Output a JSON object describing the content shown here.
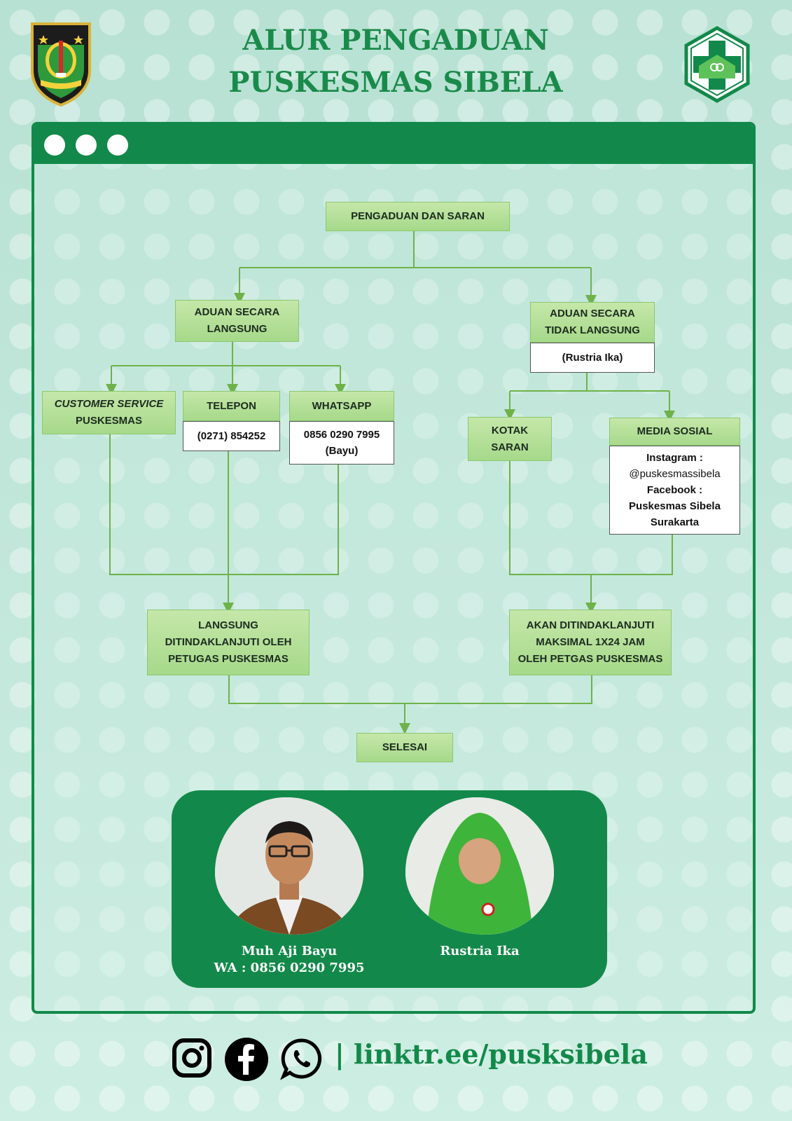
{
  "header": {
    "title_line1": "ALUR PENGADUAN",
    "title_line2": "PUSKESMAS SIBELA"
  },
  "flow": {
    "root": "PENGADUAN DAN SARAN",
    "direct": {
      "line1": "ADUAN SECARA",
      "line2": "LANGSUNG"
    },
    "indirect": {
      "line1": "ADUAN SECARA",
      "line2": "TIDAK LANGSUNG",
      "contact": "(Rustria Ika)"
    },
    "customer_service": {
      "line1": "CUSTOMER SERVICE",
      "line2": "PUSKESMAS"
    },
    "telepon": {
      "label": "TELEPON",
      "number": "(0271) 854252"
    },
    "whatsapp": {
      "label": "WHATSAPP",
      "number": "0856 0290 7995",
      "name": "(Bayu)"
    },
    "kotak": {
      "line1": "KOTAK",
      "line2": "SARAN"
    },
    "media_sosial": {
      "label": "MEDIA SOSIAL",
      "ig_label": "Instagram :",
      "ig_handle": "@puskesmassibela",
      "fb_label": "Facebook :",
      "fb_line1": "Puskesmas Sibela",
      "fb_line2": "Surakarta"
    },
    "direct_result": {
      "line1": "LANGSUNG",
      "line2": "DITINDAKLANJUTI OLEH",
      "line3": "PETUGAS PUSKESMAS"
    },
    "indirect_result": {
      "line1": "AKAN DITINDAKLANJUTI",
      "line2": "MAKSIMAL 1X24 JAM",
      "line3": "OLEH PETGAS PUSKESMAS"
    },
    "end": "SELESAI"
  },
  "team": {
    "person1": {
      "name": "Muh Aji Bayu",
      "wa": "WA : 0856 0290 7995"
    },
    "person2": {
      "name": "Rustria Ika"
    }
  },
  "footer": {
    "icons": [
      "instagram-icon",
      "facebook-icon",
      "whatsapp-icon"
    ],
    "link": "| linktr.ee/pusksibela"
  },
  "colors": {
    "brand_green": "#12894a",
    "box_green": "#b5df98",
    "connector": "#6fb24a",
    "background": "#b9e3d6"
  }
}
